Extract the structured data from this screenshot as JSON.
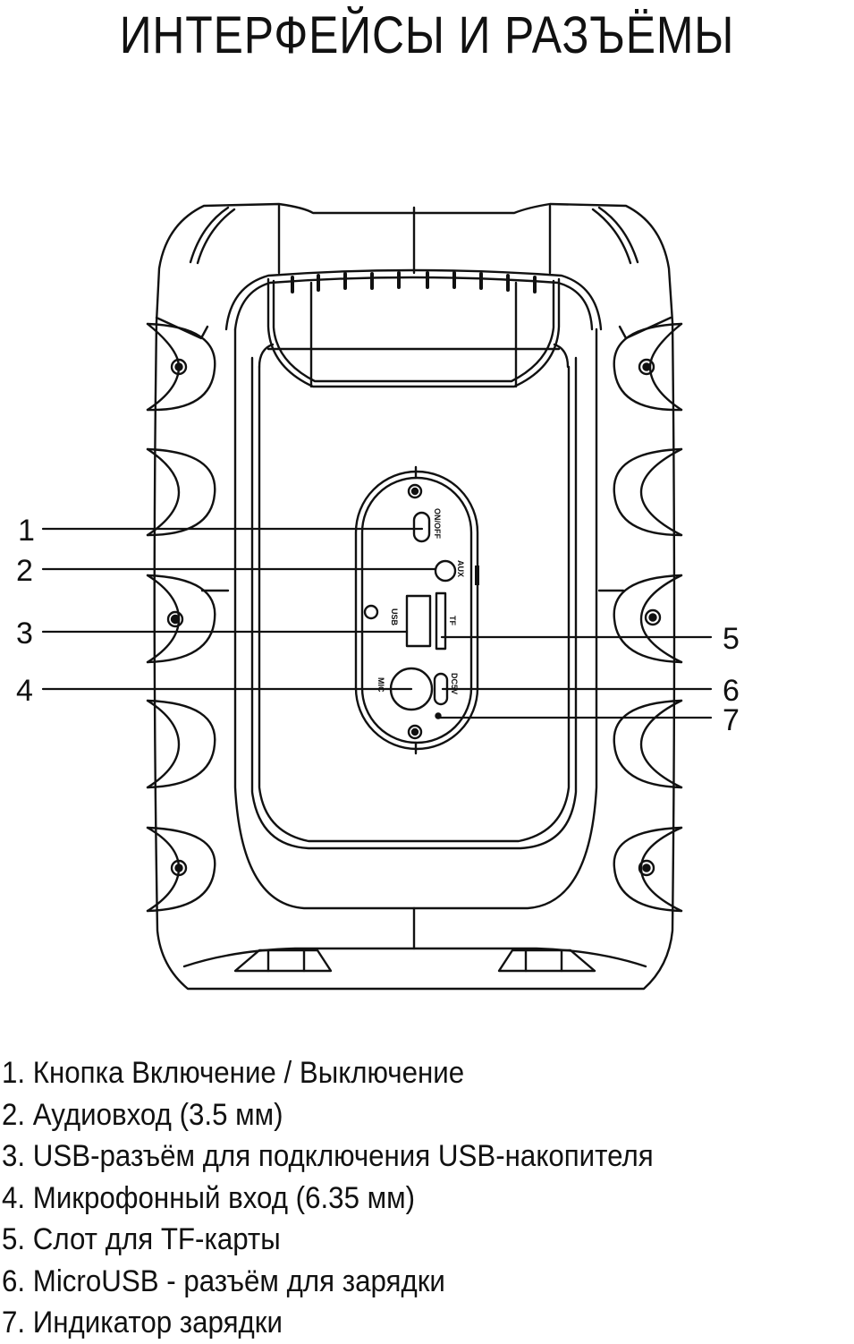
{
  "title": "ИНТЕРФЕЙСЫ И РАЗЪЁМЫ",
  "panel_labels": {
    "onoff": "ON/OFF",
    "aux": "AUX",
    "usb": "USB",
    "tf": "TF",
    "mic": "MIC",
    "dc": "DC5V"
  },
  "callouts": [
    "1",
    "2",
    "3",
    "4",
    "5",
    "6",
    "7"
  ],
  "legend": [
    "1. Кнопка Включение / Выключение",
    "2. Аудиовход (3.5 мм)",
    "3. USB-разъём для подключения USB-накопителя",
    "4. Микрофонный вход (6.35 мм)",
    "5. Слот для TF-карты",
    "6. MicroUSB - разъём для зарядки",
    "7. Индикатор зарядки"
  ]
}
